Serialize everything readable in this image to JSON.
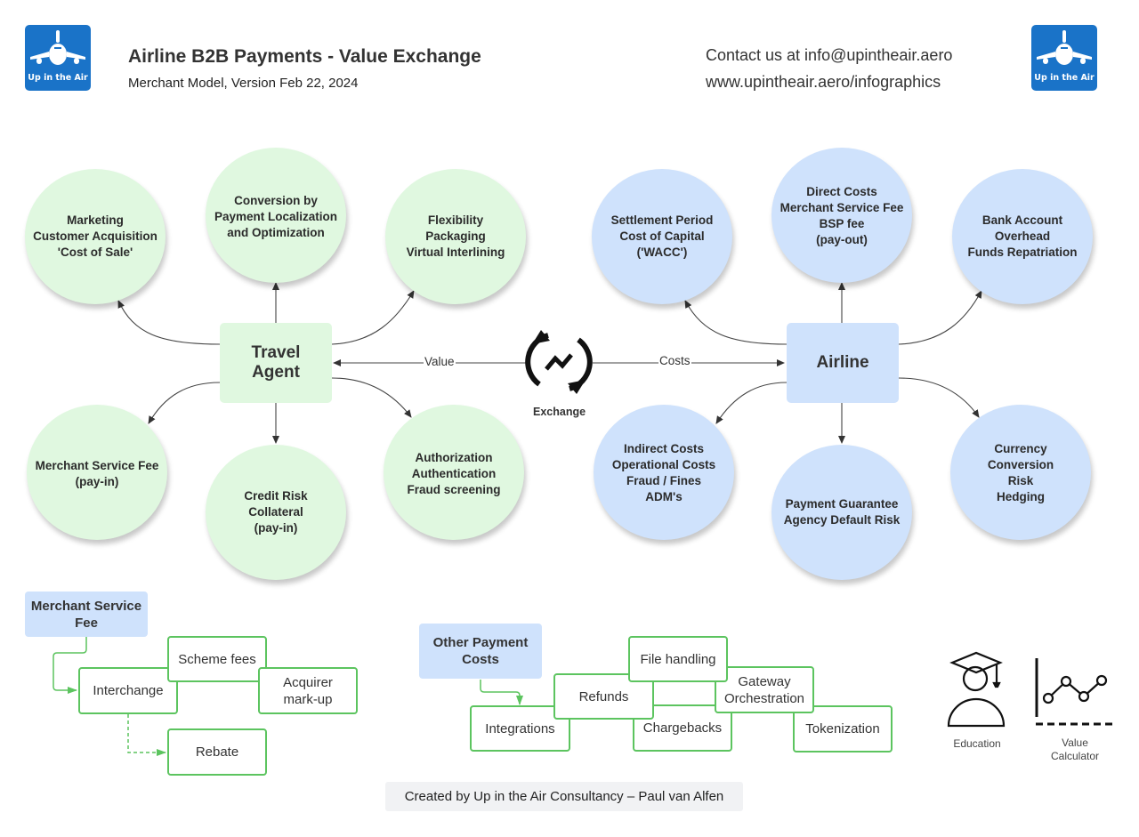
{
  "header": {
    "logo_text": "Up in the Air",
    "title": "Airline B2B Payments - Value Exchange",
    "subtitle": "Merchant Model, Version Feb 22, 2024",
    "contact": "Contact us at info@upintheair.aero",
    "website": "www.upintheair.aero/infographics"
  },
  "colors": {
    "brand_blue": "#1a73c8",
    "value_green": "#e0f8e0",
    "cost_blue": "#cfe2fc",
    "box_border_green": "#5cc45f"
  },
  "travel_agent": {
    "label": "Travel\nAgent",
    "nodes": [
      {
        "id": "marketing",
        "label": "Marketing\nCustomer Acquisition\n'Cost of Sale'"
      },
      {
        "id": "conversion",
        "label": "Conversion by\nPayment Localization\nand Optimization"
      },
      {
        "id": "flexibility",
        "label": "Flexibility\nPackaging\nVirtual Interlining"
      },
      {
        "id": "msf",
        "label": "Merchant Service Fee\n(pay-in)"
      },
      {
        "id": "credit",
        "label": "Credit Risk\nCollateral\n(pay-in)"
      },
      {
        "id": "auth",
        "label": "Authorization\nAuthentication\nFraud screening"
      }
    ]
  },
  "airline": {
    "label": "Airline",
    "nodes": [
      {
        "id": "settlement",
        "label": "Settlement Period\nCost of Capital\n('WACC')"
      },
      {
        "id": "direct",
        "label": "Direct Costs\nMerchant Service Fee\nBSP fee\n(pay-out)"
      },
      {
        "id": "bank",
        "label": "Bank Account\nOverhead\nFunds Repatriation"
      },
      {
        "id": "indirect",
        "label": "Indirect Costs\nOperational Costs\nFraud / Fines\nADM's"
      },
      {
        "id": "guarantee",
        "label": "Payment Guarantee\nAgency Default Risk"
      },
      {
        "id": "currency",
        "label": "Currency\nConversion\nRisk\nHedging"
      }
    ]
  },
  "exchange": {
    "label": "Exchange",
    "value_label": "Value",
    "costs_label": "Costs"
  },
  "msf_breakdown": {
    "title": "Merchant Service\nFee",
    "items": [
      "Interchange",
      "Scheme fees",
      "Acquirer\nmark-up",
      "Rebate"
    ]
  },
  "other_costs": {
    "title": "Other Payment\nCosts",
    "items": [
      "Integrations",
      "Refunds",
      "File handling",
      "Chargebacks",
      "Gateway\nOrchestration",
      "Tokenization"
    ]
  },
  "resources": {
    "education_label": "Education",
    "calculator_label": "Value\nCalculator"
  },
  "footer": "Created by Up in the Air Consultancy – Paul van Alfen"
}
